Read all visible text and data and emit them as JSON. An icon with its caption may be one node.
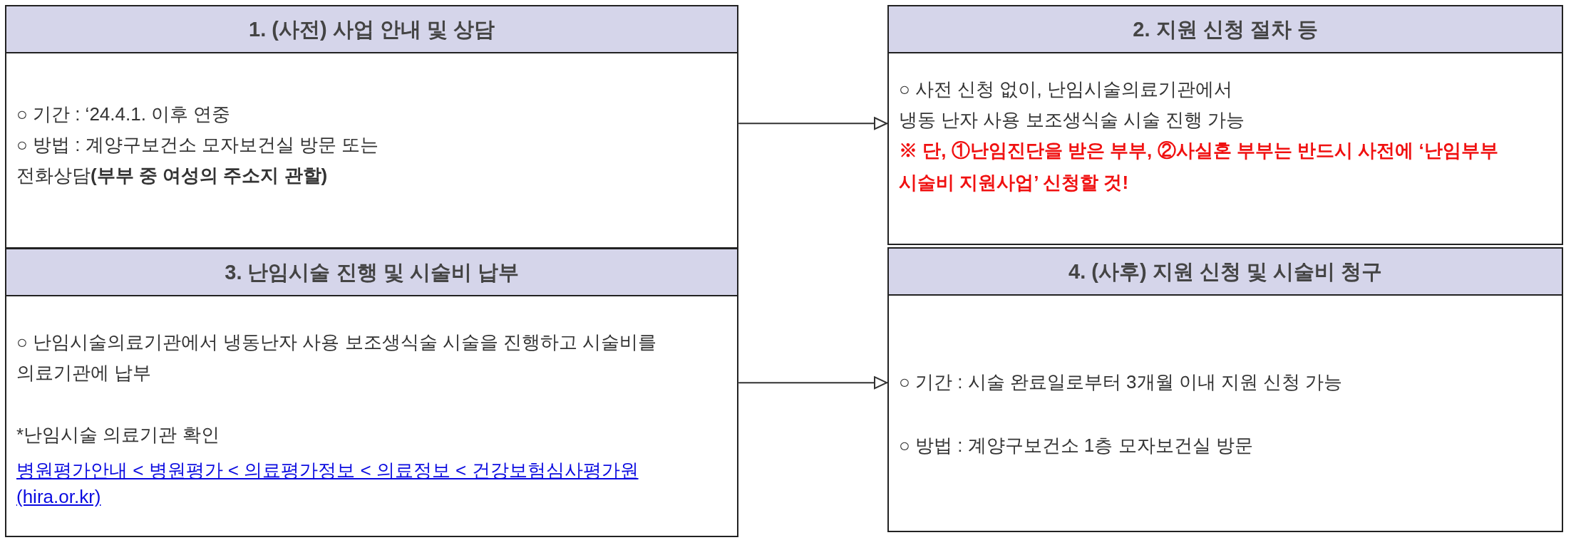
{
  "diagram": {
    "nodes": [
      {
        "text": [
          "1. (사전) 사업 안내 및 상담",
          "○ 기간 : ‘24.4.1. 이후 연중",
          "○ 방법 : 계양구보건소 모자보건실 방문 또는 전화상담**(부부 중 여성의 주소지 관할)**"
        ]
      },
      {
        "text": [
          "2. 지원 신청 절차 등",
          "○ 사전 신청 없이, 난임시술의료기관에서 냉동 난자 사용 보조생식술 시술 진행 가능",
          "※ 단, ①난임진단을 받은 부부, ②사실혼 부부는 반드시 사전에 ‘난임부부 시술비 지원사업’ 신청할 것!"
        ]
      },
      {
        "text": [
          "3. 난임시술 진행 및 시술비 납부",
          "○  난임시술의료기관에서 냉동난자 사용 보조생식술 시술을 진행하고 시술비를 의료기관에 납부",
          "*난임시술 의료기관 확인",
          "병원평가안내 < 병원평가 < 의료평가정보 < 의료정보 < 건강보험심사평가원(hira.or.kr)"
        ]
      },
      {
        "text": [
          "4. (사후) 지원 신청 및 시술비 청구",
          "○ 기간 : 시술 완료일로부터 3개월 이내 지원 신청 가능",
          "○ 방법 : 계양구보건소 1층 모자보건실 방문"
        ]
      }
    ],
    "edges": [
      {
        "from": 0,
        "to": 1,
        "arrow": "to"
      },
      {
        "from": 2,
        "to": 3,
        "arrow": "to"
      }
    ]
  }
}
